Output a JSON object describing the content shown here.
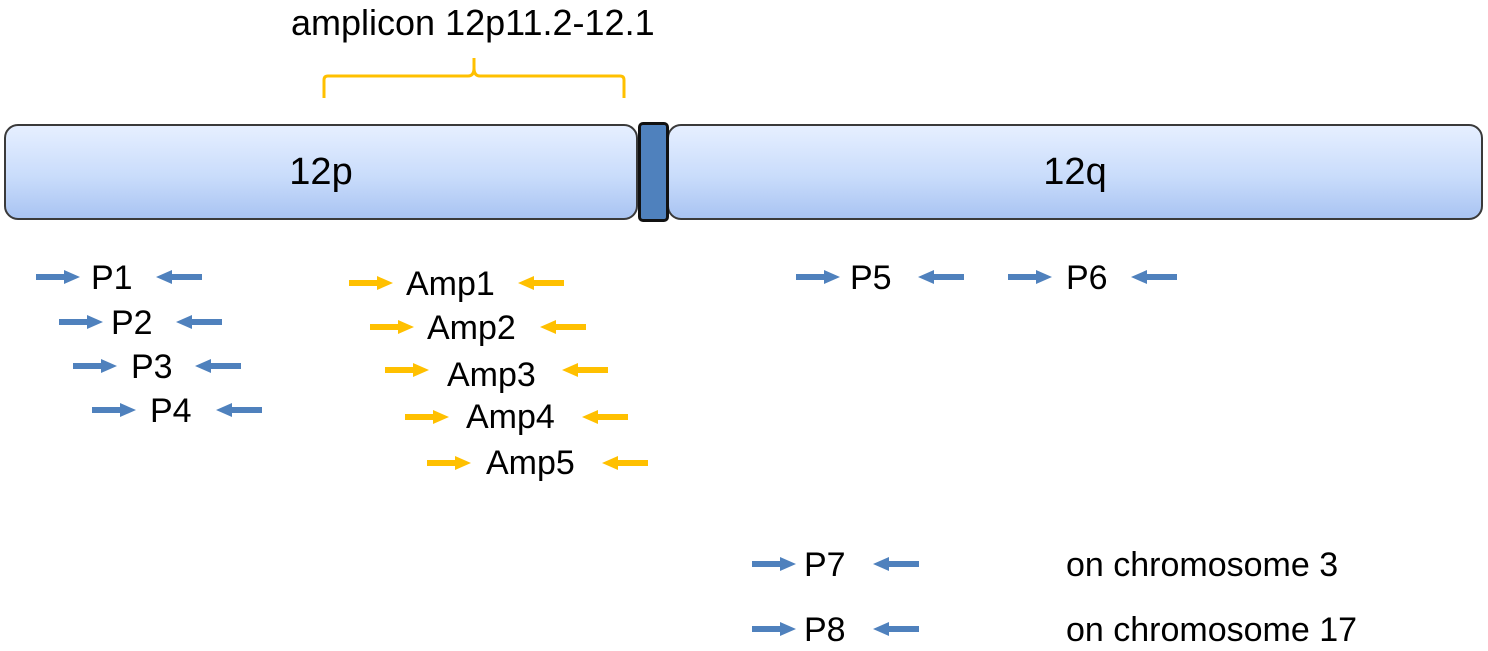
{
  "amplicon_label": "amplicon 12p11.2-12.1",
  "arms": {
    "p": "12p",
    "q": "12q"
  },
  "colors": {
    "blue_primer": "#4f81bd",
    "orange_primer": "#ffc000",
    "centromere": "#4f81bd",
    "bracket": "#ffc000"
  },
  "primers_blue": [
    {
      "id": "p1",
      "label": "P1"
    },
    {
      "id": "p2",
      "label": "P2"
    },
    {
      "id": "p3",
      "label": "P3"
    },
    {
      "id": "p4",
      "label": "P4"
    },
    {
      "id": "p5",
      "label": "P5"
    },
    {
      "id": "p6",
      "label": "P6"
    }
  ],
  "primers_amp": [
    {
      "id": "amp1",
      "label": "Amp1"
    },
    {
      "id": "amp2",
      "label": "Amp2"
    },
    {
      "id": "amp3",
      "label": "Amp3"
    },
    {
      "id": "amp4",
      "label": "Amp4"
    },
    {
      "id": "amp5",
      "label": "Amp5"
    }
  ],
  "primers_other": [
    {
      "id": "p7",
      "label": "P7",
      "location": "on chromosome 3"
    },
    {
      "id": "p8",
      "label": "P8",
      "location": "on chromosome 17"
    }
  ]
}
